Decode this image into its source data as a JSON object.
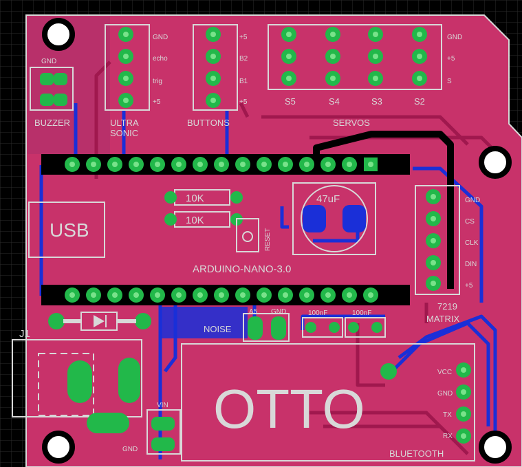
{
  "board": {
    "colors": {
      "background": "#000000",
      "grid": "#2a2a2a",
      "board_fill": "#c8326a",
      "board_fill_dark": "#b02a5c",
      "top_trace": "#c0185a",
      "bottom_trace": "#1a2fd8",
      "pad_green": "#22b84a",
      "pad_light": "#78e28a",
      "silkscreen": "#d8d8d8",
      "drill": "#7a2040"
    },
    "labels": {
      "buzzer": "BUZZER",
      "buzzer_gnd": "GND",
      "ultra": "ULTRA",
      "sonic": "SONIC",
      "ultra_gnd": "GND",
      "ultra_echo": "echo",
      "ultra_trig": "trig",
      "ultra_5v": "+5",
      "buttons": "BUTTONS",
      "btn_5v_top": "+5",
      "btn_b2": "B2",
      "btn_b1": "B1",
      "btn_5v_bottom": "+5",
      "servos": "SERVOS",
      "servo_s5": "S5",
      "servo_s4": "S4",
      "servo_s3": "S3",
      "servo_s2": "S2",
      "servo_gnd": "GND",
      "servo_5v": "+5",
      "servo_s": "S",
      "usb": "USB",
      "res1": "10K",
      "res2": "10K",
      "reset": "RESET",
      "cap": "47uF",
      "nano": "ARDUINO-NANO-3.0",
      "matrix_gnd": "GND",
      "matrix_cs": "CS",
      "matrix_clk": "CLK",
      "matrix_din": "DIN",
      "matrix_5v": "+5",
      "matrix_7219": "7219",
      "matrix": "MATRIX",
      "noise": "NOISE",
      "a5": "A5",
      "a5_gnd": "GND",
      "cap100_1": "100nF",
      "cap100_2": "100nF",
      "j1": "J1",
      "vin": "VIN",
      "vin_gnd": "GND",
      "otto": "OTTO",
      "bt_vcc": "VCC",
      "bt_gnd": "GND",
      "bt_tx": "TX",
      "bt_rx": "RX",
      "bluetooth": "BLUETOOTH"
    }
  }
}
